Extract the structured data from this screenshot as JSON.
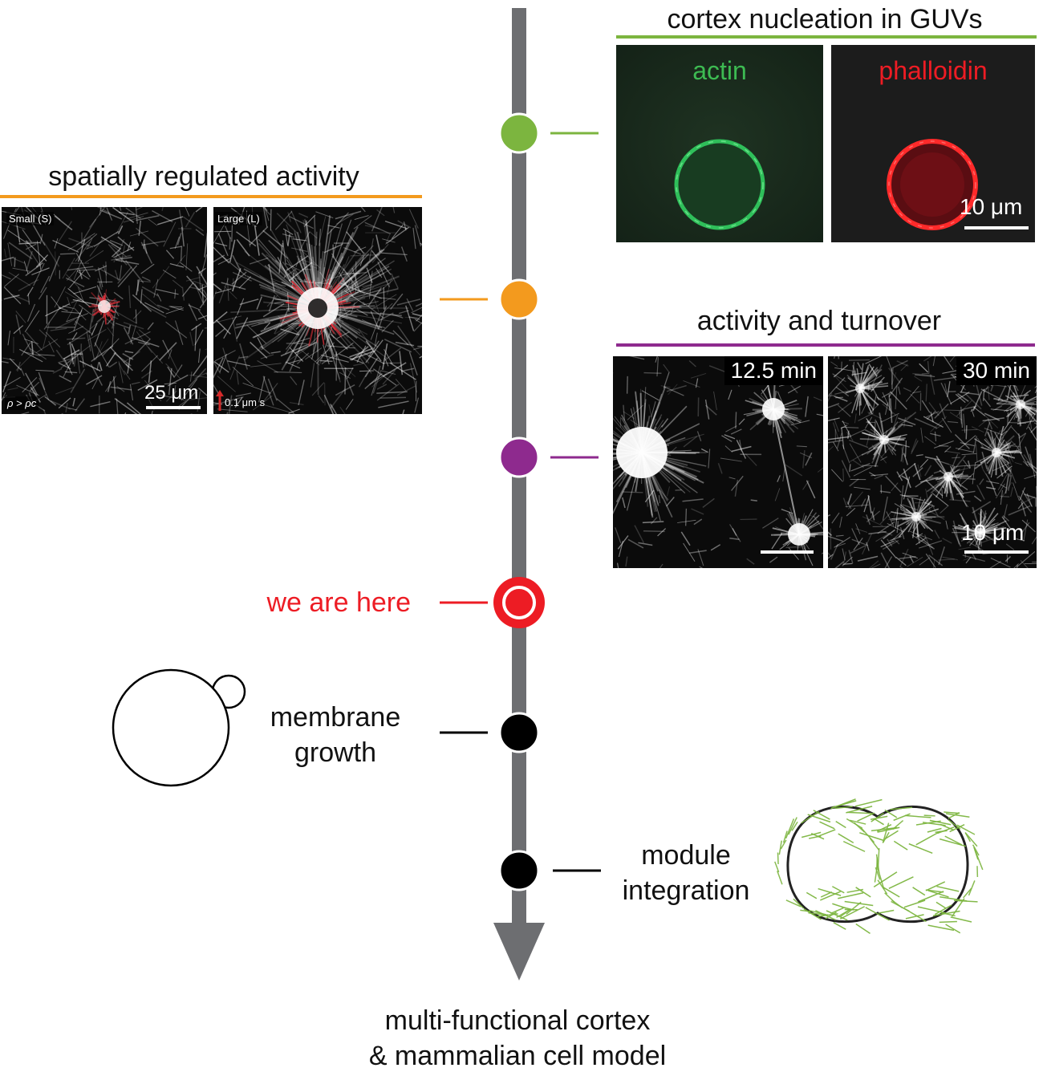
{
  "timeline": {
    "milestones": [
      {
        "id": "guv",
        "color": "#7cb53f"
      },
      {
        "id": "spatial",
        "color": "#f39a1e"
      },
      {
        "id": "turnover",
        "color": "#8e2a8e"
      },
      {
        "id": "here",
        "label": "we are here",
        "color": "#ed1c24"
      },
      {
        "id": "membrane",
        "label_lines": [
          "membrane",
          "growth"
        ],
        "color": "#000000"
      },
      {
        "id": "module",
        "label_lines": [
          "module",
          "integration"
        ],
        "color": "#000000"
      }
    ],
    "end_label_lines": [
      "multi-functional cortex",
      "& mammalian cell model"
    ],
    "axis_color": "#6d6e71"
  },
  "guv_panel": {
    "title": "cortex nucleation in GUVs",
    "left_label": "actin",
    "right_label": "phalloidin",
    "scale": "10 μm",
    "accent": "#7cb53f"
  },
  "spatial_panel": {
    "title": "spatially regulated activity",
    "left_label": "Small (S)",
    "right_label": "Large (L)",
    "left_corner": "ρ > ρc",
    "scale": "25 μm",
    "arrow_text": "0.1 μm s",
    "accent": "#f39a1e"
  },
  "turnover_panel": {
    "title": "activity and turnover",
    "left_time": "12.5 min",
    "right_time": "30 min",
    "scale": "10 μm",
    "accent": "#8e2a8e"
  }
}
